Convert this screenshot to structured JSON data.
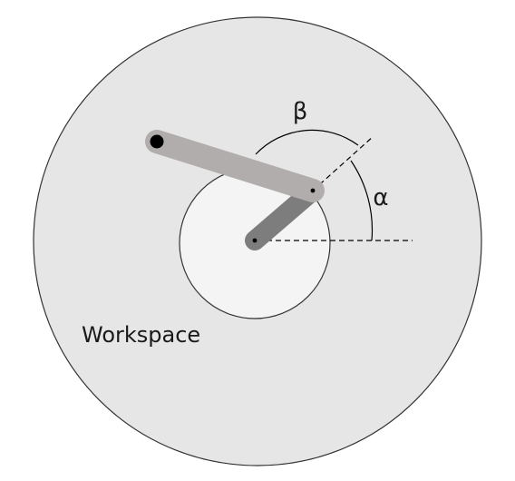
{
  "diagram": {
    "workspace_label": "Workspace",
    "alpha_label": "α",
    "beta_label": "β"
  },
  "colors": {
    "workspace_fill": "#e6e6e6",
    "workspace_stroke": "#333333",
    "inner_hole_fill": "#f4f4f4",
    "link1_color": "#7d7d7d",
    "link2_color": "#b0adac",
    "joint_color": "#000000",
    "guide_line_color": "#000000"
  }
}
